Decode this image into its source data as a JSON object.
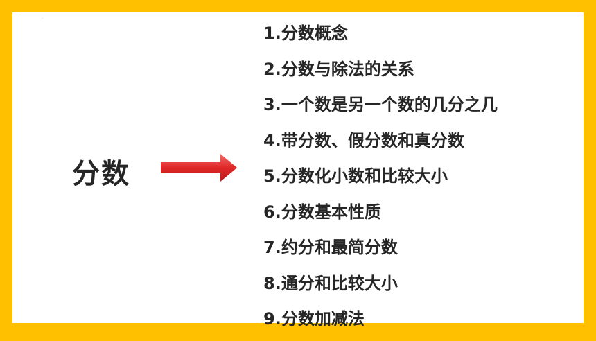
{
  "slide": {
    "title": "分数",
    "decor_dot": "·",
    "topics": [
      "1.分数概念",
      "2.分数与除法的关系",
      "3.一个数是另一个数的几分之几",
      "4.带分数、假分数和真分数",
      "5.分数化小数和比较大小",
      "6.分数基本性质",
      "7.约分和最简分数",
      "8.通分和比较大小",
      "9.分数加减法"
    ]
  },
  "colors": {
    "frame": "#FFC000",
    "arrow": "#E03030",
    "text": "#262626"
  },
  "icons": {
    "arrow": "right-arrow-icon"
  }
}
